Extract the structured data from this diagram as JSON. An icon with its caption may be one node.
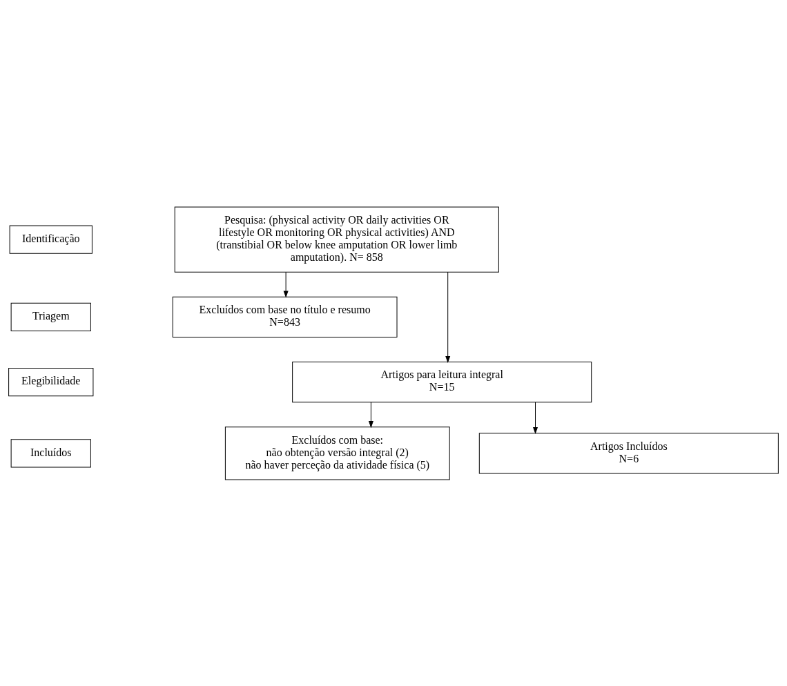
{
  "diagram": {
    "nodes": [
      {
        "text": [
          "Identificação"
        ]
      },
      {
        "text": [
          "Pesquisa: (physical activity OR daily activities OR lifestyle OR monitoring OR physical activities) AND (transtibial OR below knee amputation OR lower limb amputation). N= 858"
        ]
      },
      {
        "text": [
          "Triagem"
        ]
      },
      {
        "text": [
          "Excluídos com base no título e resumo",
          "N=843"
        ]
      },
      {
        "text": [
          "Elegibilidade"
        ]
      },
      {
        "text": [
          "Artigos para leitura integral",
          "N=15"
        ]
      },
      {
        "text": [
          "Excluídos com base:",
          "não obtenção versão integral (2)",
          "não haver perceção da atividade física (5)"
        ]
      },
      {
        "text": [
          "Incluídos"
        ]
      },
      {
        "text": [
          "Artigos Incluídos",
          "N=6"
        ]
      }
    ],
    "edges": [
      {
        "from": 1,
        "to": 3,
        "arrow": "to"
      },
      {
        "from": 1,
        "to": 5,
        "arrow": "to"
      },
      {
        "from": 5,
        "to": 6,
        "arrow": "to"
      },
      {
        "from": 5,
        "to": 8,
        "arrow": "to"
      }
    ]
  }
}
